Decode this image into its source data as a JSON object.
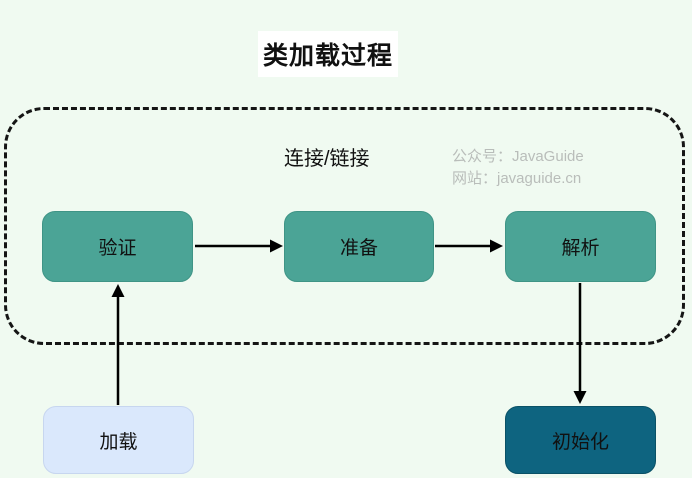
{
  "title": "类加载过程",
  "linking_group": {
    "label": "连接/链接"
  },
  "watermark": {
    "account": "公众号：JavaGuide",
    "site": "网站：javaguide.cn"
  },
  "nodes": {
    "load": "加载",
    "verify": "验证",
    "prepare": "准备",
    "resolve": "解析",
    "initialize": "初始化"
  },
  "colors": {
    "background": "#f0faf1",
    "stage_fill": "#4ba496",
    "load_fill": "#dae8fc",
    "initialize_fill": "#0e6480",
    "watermark_text": "#b9bdba",
    "outline_and_arrows": "#000000",
    "title_background": "#ffffff"
  }
}
